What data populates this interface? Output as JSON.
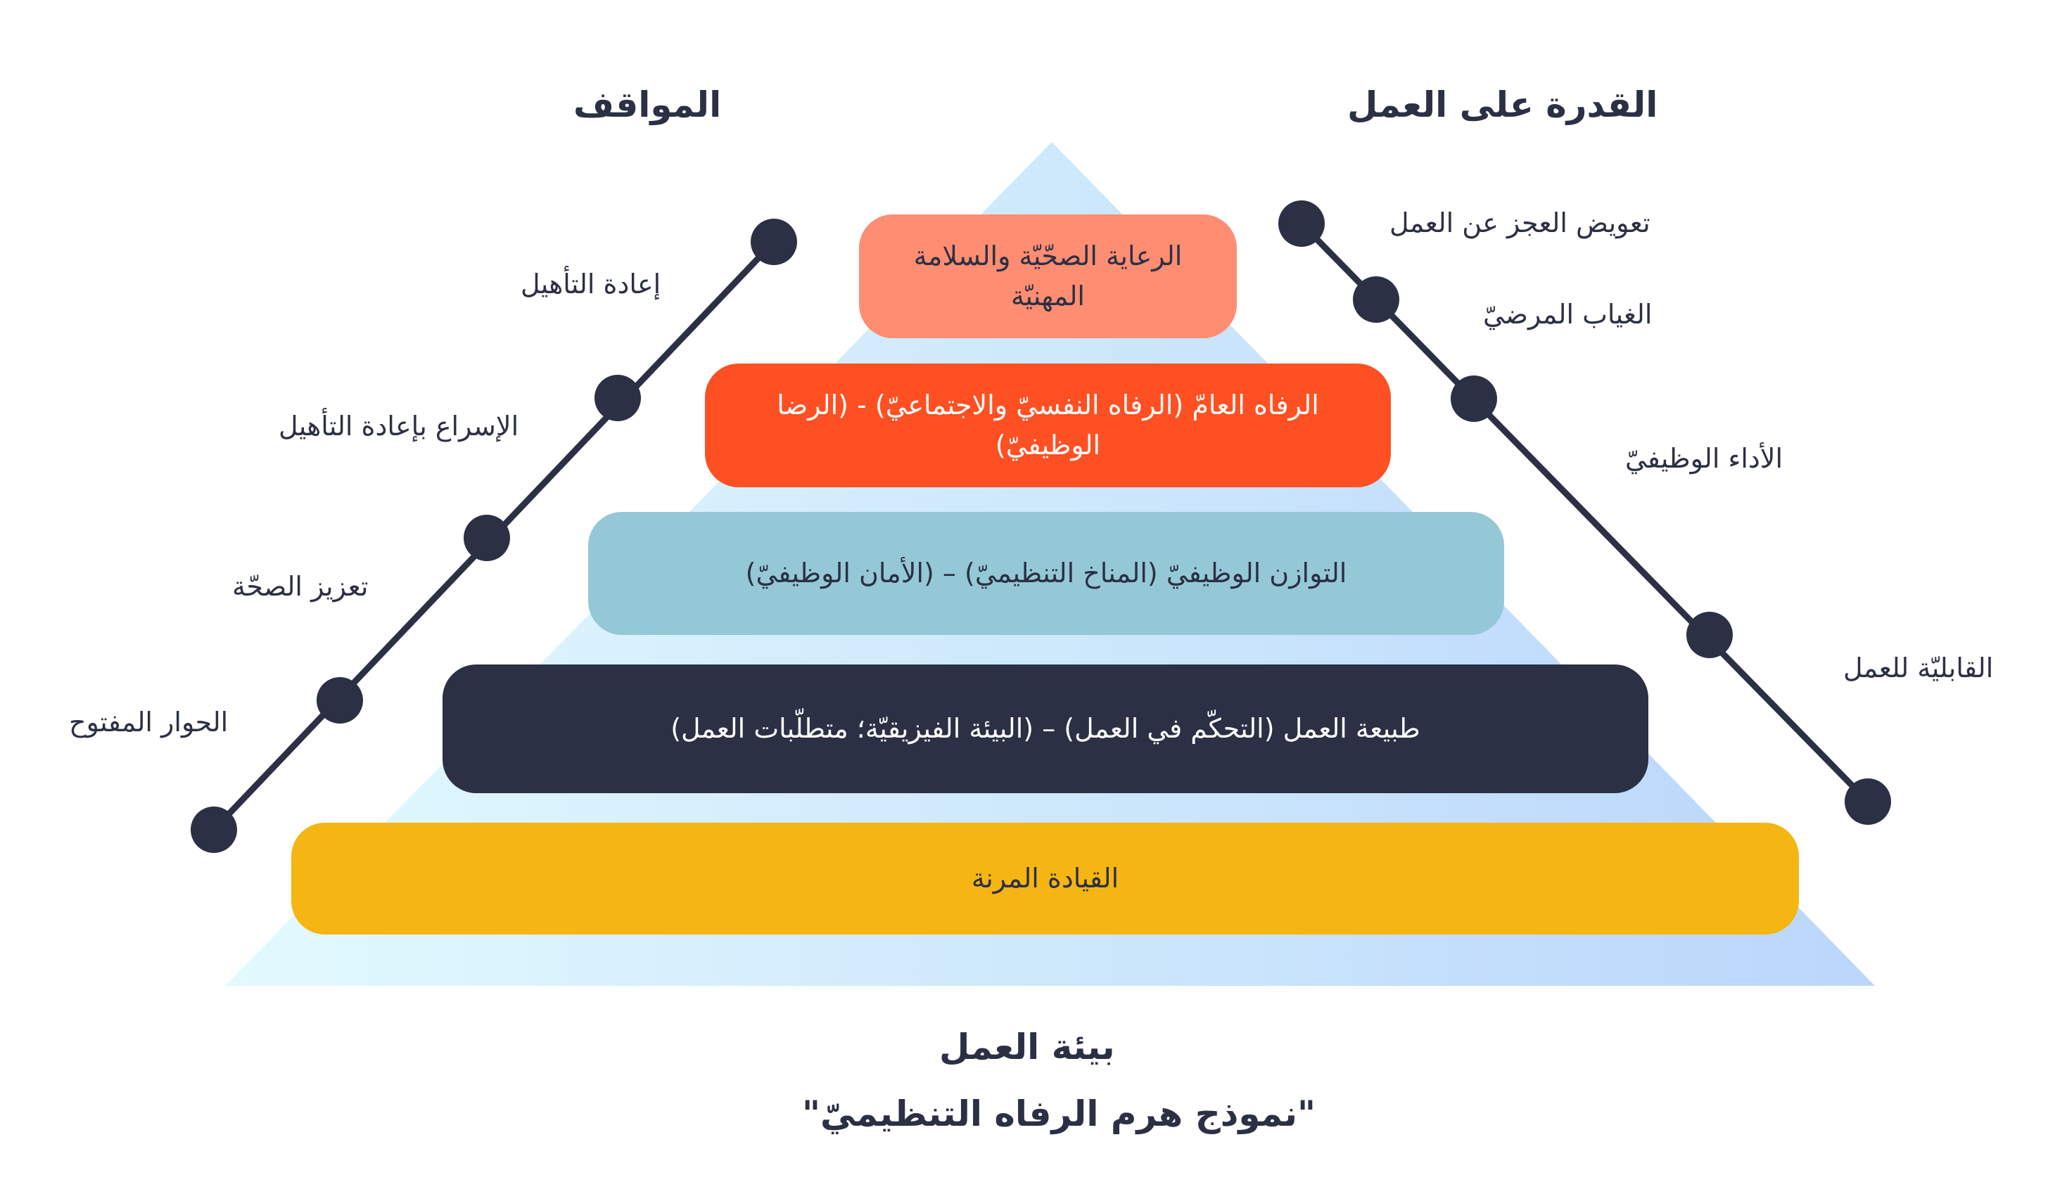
{
  "headings": {
    "work_ability": "القدرة على العمل",
    "attitudes": "المواقف",
    "work_environment": "بيئة العمل",
    "model_title": "\"نموذج هرم الرفاه التنظيميّ\""
  },
  "tiers": [
    {
      "label": "الرعاية الصحّيّة والسلامة المهنيّة",
      "color": "#fe8d72"
    },
    {
      "label": "الرفاه العامّ (الرفاه النفسيّ والاجتماعيّ) - (الرضا الوظيفيّ)",
      "color": "#fe5022"
    },
    {
      "label": "التوازن الوظيفيّ (المناخ التنظيميّ) – (الأمان الوظيفيّ)",
      "color": "#95c8d6"
    },
    {
      "label": "طبيعة العمل (التحكّم في العمل) – (البيئة الفيزيقيّة؛ متطلّبات العمل)",
      "color": "#2b3044"
    },
    {
      "label": "القيادة المرنة",
      "color": "#f5b512"
    }
  ],
  "left_axis_labels": [
    "إعادة التأهيل",
    "الإسراع بإعادة التأهيل",
    "تعزيز الصحّة",
    "الحوار المفتوح"
  ],
  "right_axis_labels": [
    "تعويض العجز عن العمل",
    "الغياب المرضيّ",
    "الأداء الوظيفيّ",
    "القابليّة للعمل"
  ],
  "colors": {
    "text_dark": "#2b3044",
    "pyramid_light": "#dff8ff",
    "pyramid_blue": "#bcd8fb"
  }
}
